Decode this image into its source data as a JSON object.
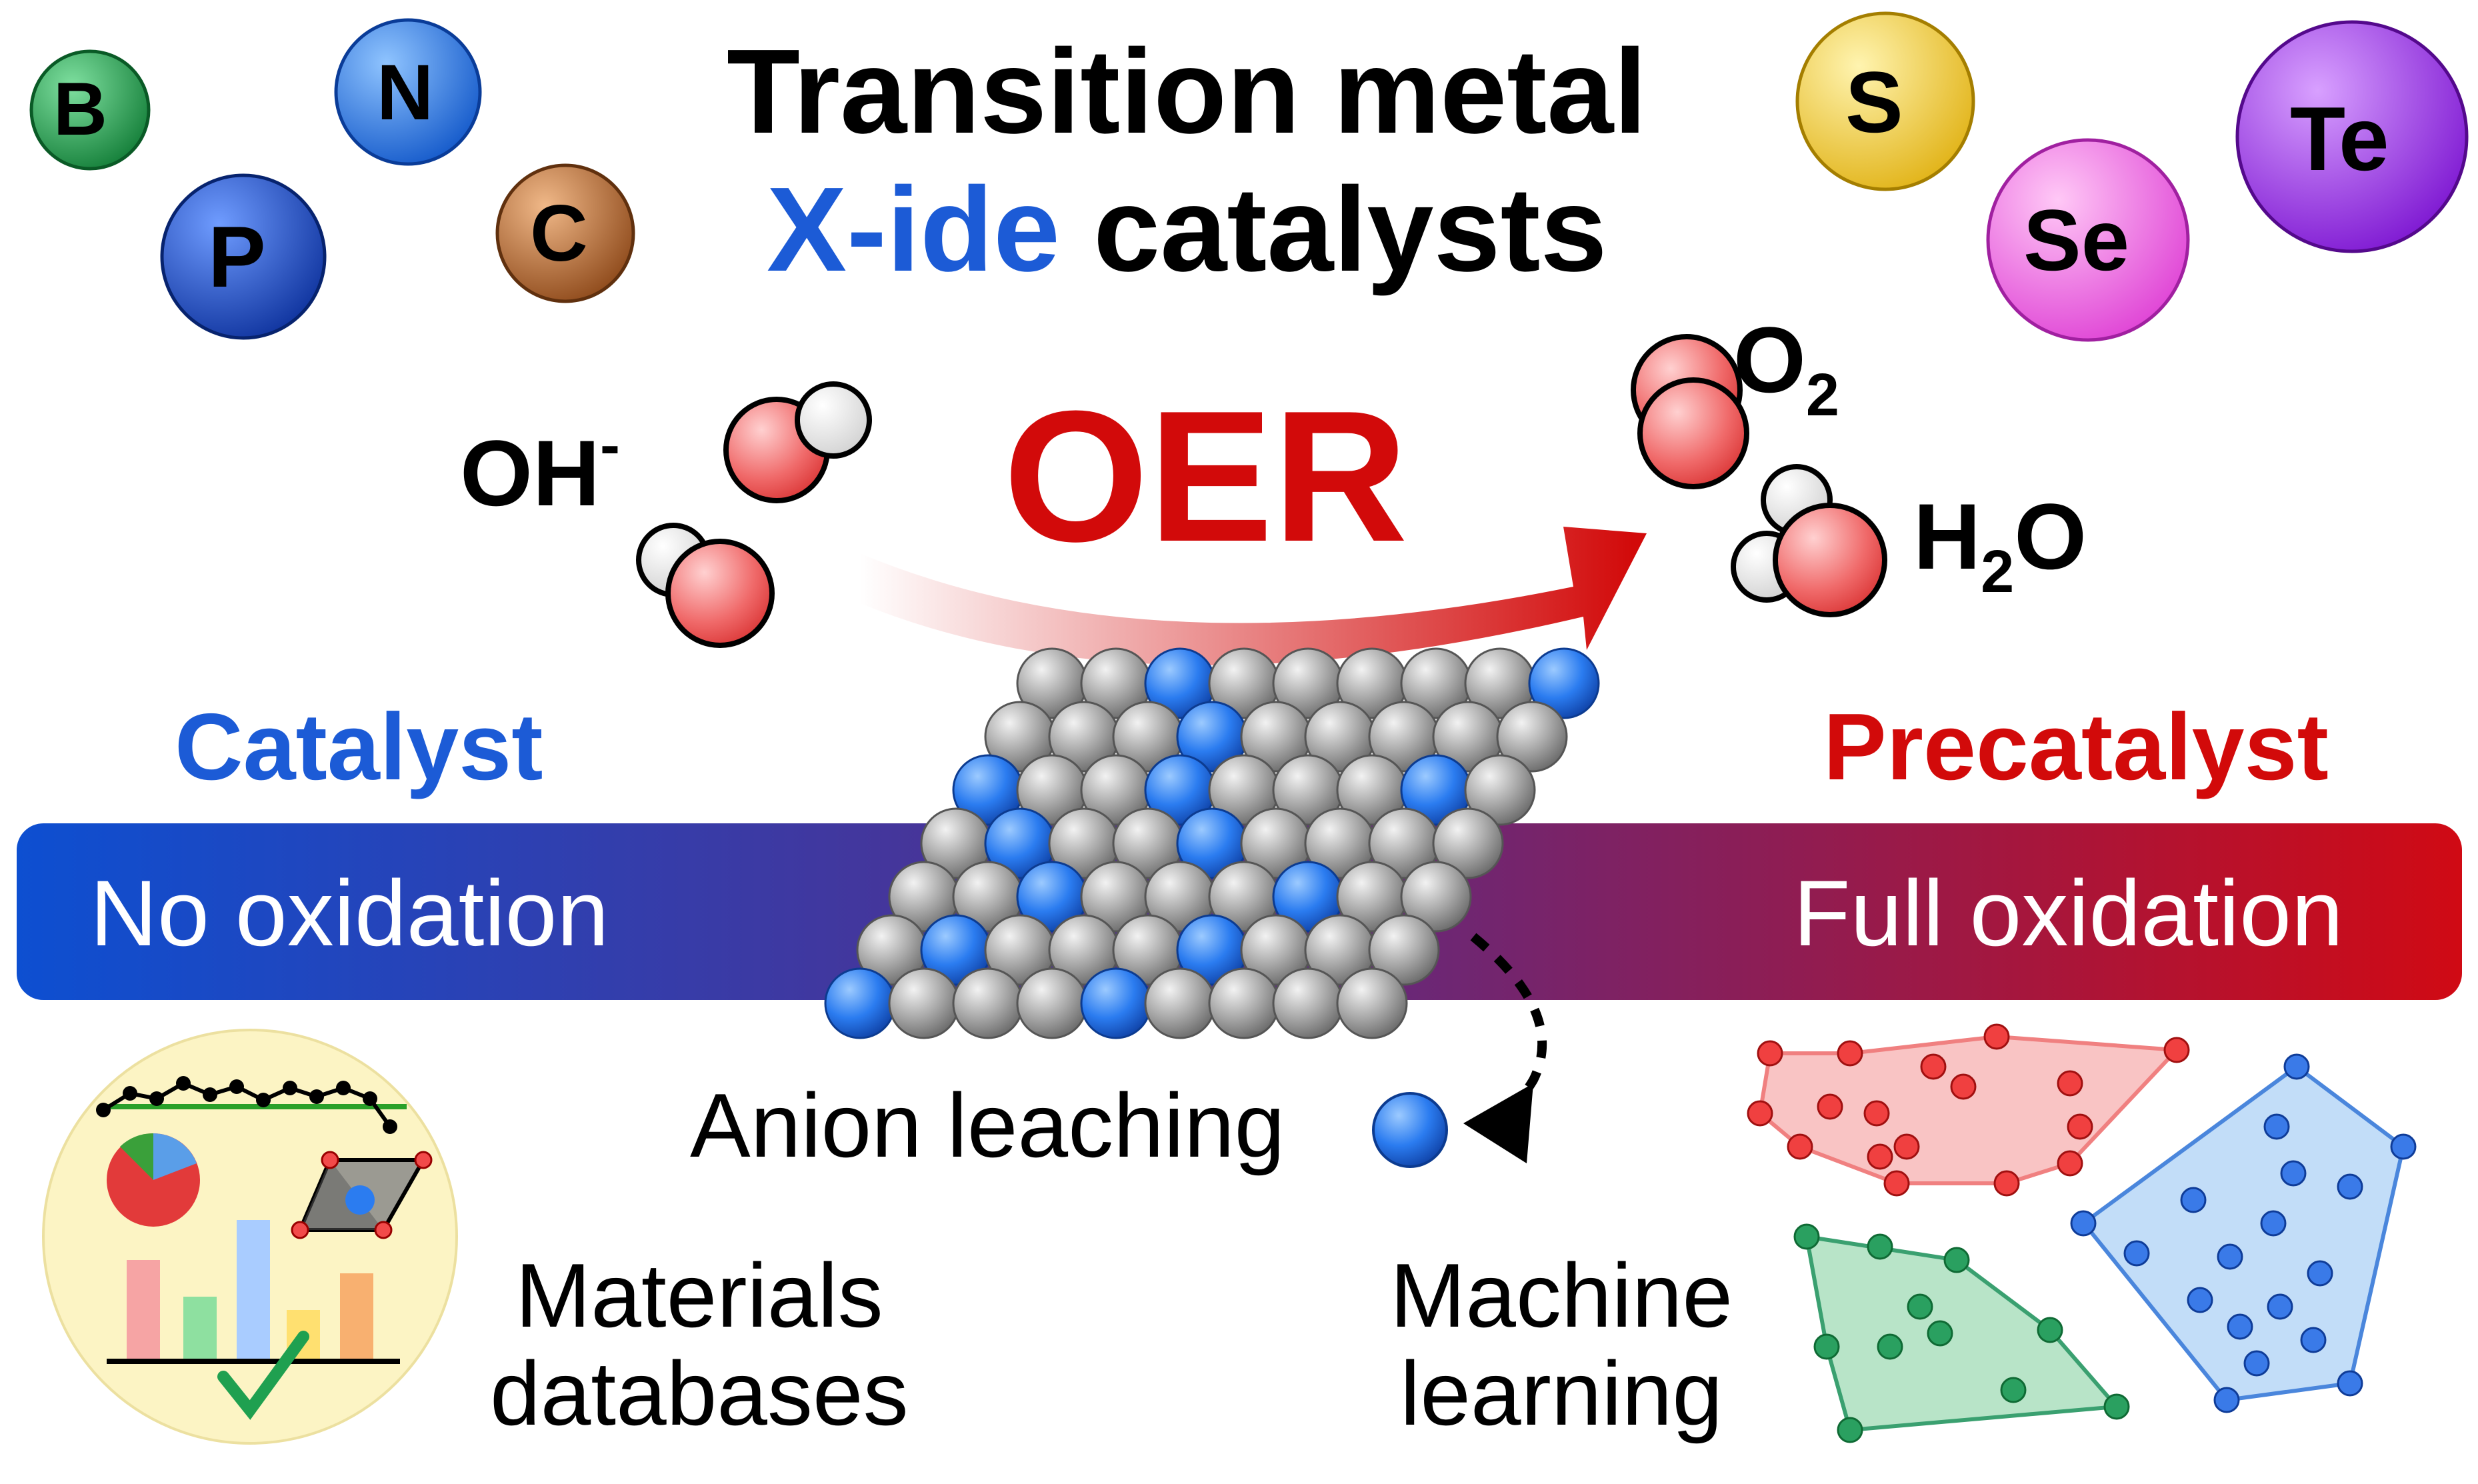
{
  "title": {
    "line1": "Transition metal",
    "line2_highlight": "X-ide",
    "line2_rest": "catalysts"
  },
  "elements": [
    {
      "symbol": "B",
      "color": "#1f9e4a"
    },
    {
      "symbol": "N",
      "color": "#1f6fe0"
    },
    {
      "symbol": "P",
      "color": "#1748c4"
    },
    {
      "symbol": "C",
      "color": "#b86a3a"
    },
    {
      "symbol": "S",
      "color": "#f2d23a"
    },
    {
      "symbol": "Se",
      "color": "#f060e0"
    },
    {
      "symbol": "Te",
      "color": "#9a28e8"
    }
  ],
  "reaction": {
    "label": "OER",
    "reactant": "OH",
    "reactant_charge": "-",
    "product1": "O",
    "product1_sub": "2",
    "product2_a": "H",
    "product2_sub": "2",
    "product2_b": "O"
  },
  "spectrum": {
    "left_heading": "Catalyst",
    "right_heading": "Precatalyst",
    "left_label": "No oxidation",
    "right_label": "Full oxidation",
    "left_color": "#0d4fd1",
    "right_color": "#d00a14"
  },
  "leaching": {
    "label": "Anion leaching"
  },
  "databases": {
    "line1": "Materials",
    "line2": "databases"
  },
  "ml": {
    "line1": "Machine",
    "line2": "learning"
  },
  "colors": {
    "accent_red": "#d20a0a",
    "accent_blue": "#1c5bd6",
    "atom_gray": "#a6a6a6",
    "atom_blue": "#2b7cf0"
  }
}
